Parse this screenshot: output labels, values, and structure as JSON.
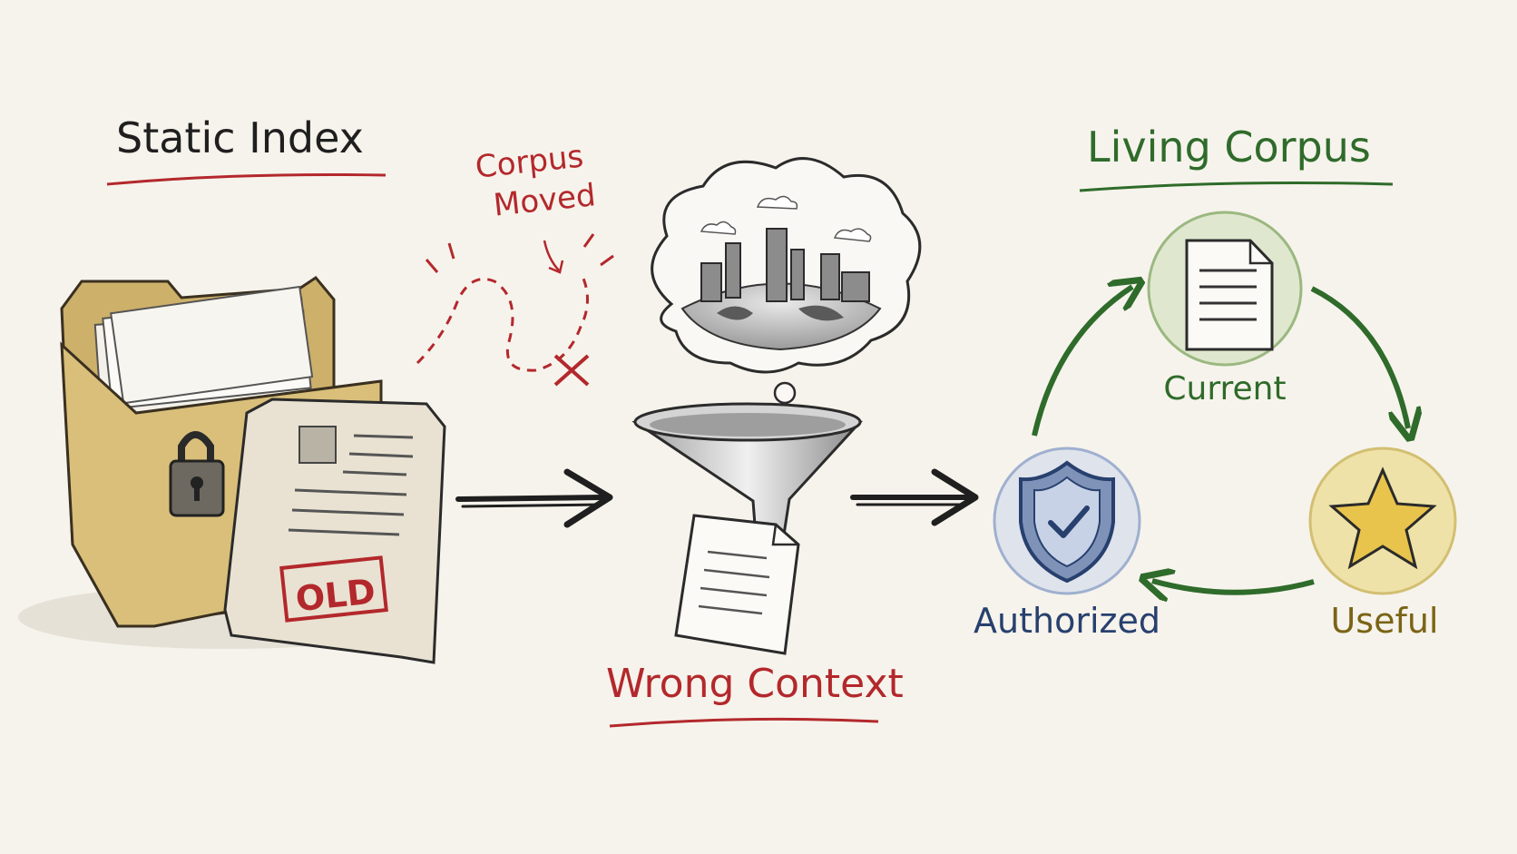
{
  "left": {
    "title": "Static Index",
    "stamp": "OLD",
    "note_line1": "Corpus",
    "note_line2": "Moved"
  },
  "middle": {
    "title": "Wrong Context"
  },
  "right": {
    "title": "Living Corpus",
    "nodes": {
      "current": "Current",
      "useful": "Useful",
      "authorized": "Authorized"
    }
  },
  "colors": {
    "ink": "#1f1f1f",
    "red": "#b3282c",
    "green": "#2f6b2a",
    "blue": "#27406e",
    "gold": "#7a6415",
    "folder": "#d9bf7a",
    "paper": "#e9e2d2"
  }
}
